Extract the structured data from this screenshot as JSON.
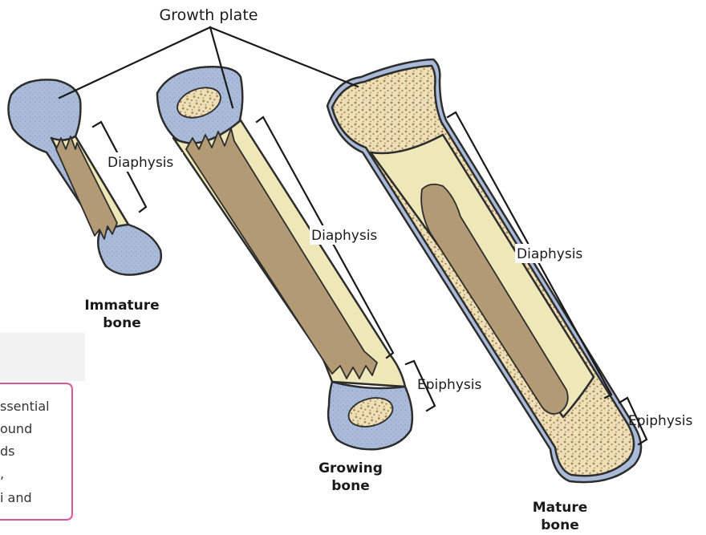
{
  "labels": {
    "growth_plate": "Growth plate",
    "immature_diaphysis": "Diaphysis",
    "growing_diaphysis": "Diaphysis",
    "mature_diaphysis": "Diaphysis",
    "growing_epiphysis": "Epiphysis",
    "mature_epiphysis": "Epiphysis",
    "immature_name_line1": "Immature",
    "immature_name_line2": "bone",
    "growing_name_line1": "Growing",
    "growing_name_line2": "bone",
    "mature_name_line1": "Mature",
    "mature_name_line2": "bone"
  },
  "side_box": {
    "lines": [
      "ssential",
      "ound",
      "ds",
      ",",
      "i and"
    ]
  },
  "colors": {
    "cartilage": "#a9bbd9",
    "cortex": "#eee8b8",
    "marrow": "#b29a74",
    "spongy_dots": "#a8845a",
    "box_border": "#d4589a"
  }
}
